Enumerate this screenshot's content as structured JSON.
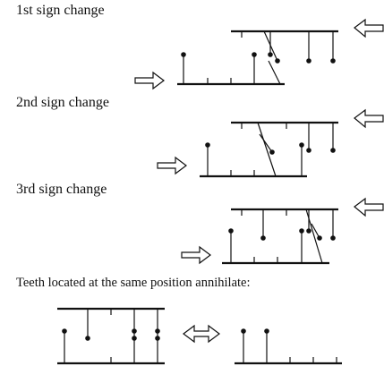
{
  "captions": {
    "first": "1st sign change",
    "second": "2nd sign change",
    "third": "3rd sign change",
    "annihilate": "Teeth located at the same position annihilate:"
  }
}
